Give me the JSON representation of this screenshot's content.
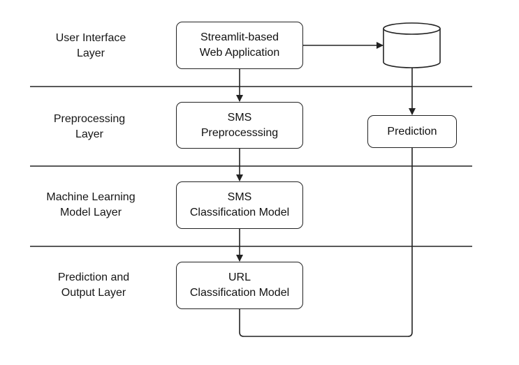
{
  "diagram": {
    "layers": [
      {
        "id": "ui",
        "label_line1": "User Interface",
        "label_line2": "Layer"
      },
      {
        "id": "pre",
        "label_line1": "Preprocessing",
        "label_line2": "Layer"
      },
      {
        "id": "ml",
        "label_line1": "Machine Learning",
        "label_line2": "Model Layer"
      },
      {
        "id": "out",
        "label_line1": "Prediction and",
        "label_line2": "Output Layer"
      }
    ],
    "nodes": {
      "web_app": {
        "line1": "Streamlit-based",
        "line2": "Web Application"
      },
      "sms_pre": {
        "line1": "SMS",
        "line2": "Preprocesssing"
      },
      "sms_model": {
        "line1": "SMS",
        "line2": "Classification Model"
      },
      "url_model": {
        "line1": "URL",
        "line2": "Classification Model"
      },
      "prediction": {
        "line1": "Prediction"
      },
      "database": {
        "shape": "cylinder",
        "label": ""
      }
    },
    "edges": [
      {
        "from": "web_app",
        "to": "database",
        "arrow": true
      },
      {
        "from": "web_app",
        "to": "sms_pre",
        "arrow": true
      },
      {
        "from": "sms_pre",
        "to": "sms_model",
        "arrow": true
      },
      {
        "from": "sms_model",
        "to": "url_model",
        "arrow": true
      },
      {
        "from": "database",
        "to": "prediction",
        "arrow": true
      },
      {
        "from": "url_model",
        "to": "prediction",
        "arrow": false
      }
    ],
    "colors": {
      "stroke": "#222222",
      "background": "#ffffff",
      "text": "#111111"
    }
  }
}
